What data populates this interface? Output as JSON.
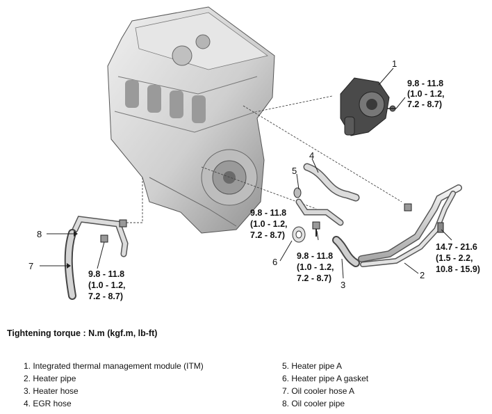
{
  "callouts": [
    {
      "number": "1"
    },
    {
      "number": "2"
    },
    {
      "number": "3"
    },
    {
      "number": "4"
    },
    {
      "number": "5"
    },
    {
      "number": "6"
    },
    {
      "number": "7"
    },
    {
      "number": "8"
    }
  ],
  "torque_specs": {
    "itm_bolt": [
      "9.8 - 11.8",
      "(1.0 - 1.2,",
      "7.2 - 8.7)"
    ],
    "heater_pipe_a_bolt": [
      "9.8 - 11.8",
      "(1.0 - 1.2,",
      "7.2 - 8.7)"
    ],
    "heater_pipe_bolt": [
      "9.8 - 11.8",
      "(1.0 - 1.2,",
      "7.2 - 8.7)"
    ],
    "heater_pipe_stud": [
      "14.7 - 21.6",
      "(1.5 - 2.2,",
      "10.8 - 15.9)"
    ],
    "oil_cooler_bolt": [
      "9.8 - 11.8",
      "(1.0 - 1.2,",
      "7.2 - 8.7)"
    ]
  },
  "torque_heading": "Tightening torque : N.m (kgf.m, lb-ft)",
  "legend": {
    "left": [
      "1. Integrated thermal management module (ITM)",
      "2. Heater pipe",
      "3. Heater hose",
      "4. EGR hose"
    ],
    "right": [
      "5. Heater pipe A",
      "6. Heater pipe A gasket",
      "7. Oil cooler hose A",
      "8. Oil cooler pipe"
    ]
  },
  "colors": {
    "engine_body": "#d6d6d6",
    "engine_shadow": "#8c8c8c",
    "part_dark": "#3a3a3a",
    "hose_fill": "#cfcfcf",
    "line": "#222222"
  }
}
